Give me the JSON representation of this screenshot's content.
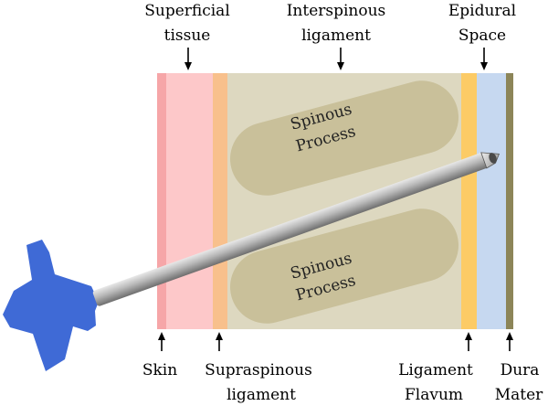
{
  "labels": {
    "superficial_tissue": [
      "Superficial",
      "tissue"
    ],
    "interspinous_ligament": [
      "Interspinous",
      "ligament"
    ],
    "epidural_space": [
      "Epidural",
      "Space"
    ],
    "skin": "Skin",
    "supraspinous_ligament": [
      "Supraspinous",
      "ligament"
    ],
    "ligament_flavum": [
      "Ligament",
      "Flavum"
    ],
    "dura_mater": [
      "Dura",
      "Mater"
    ]
  },
  "spinous_process": [
    "Spinous",
    "Process"
  ],
  "colors": {
    "skin": "#f6a6a8",
    "superficial_tissue": "#fdc8c9",
    "supraspinous_ligament": "#f8c08c",
    "interspinous_ligament": "#ddd8c0",
    "spinous_process": "#c9c09a",
    "ligament_flavum": "#fccb66",
    "epidural_space": "#c6d8f0",
    "dura_mater": "#8c8558",
    "needle_hub": "#3f6ad6",
    "needle_shaft": "#b0b0b0"
  }
}
